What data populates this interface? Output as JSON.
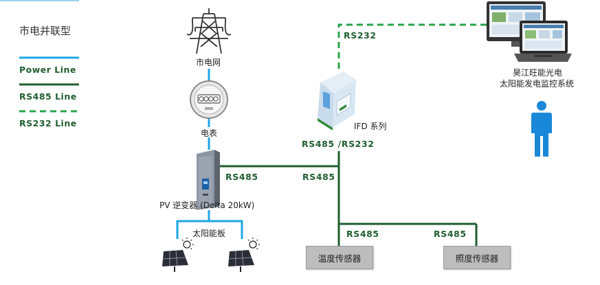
{
  "legend": {
    "title": "市电并联型",
    "power_line": "Power Line",
    "rs485_line": "RS485 Line",
    "rs232_line": "RS232 Line"
  },
  "colors": {
    "power": "#1ea6e6",
    "rs485": "#1f5e2e",
    "rs232": "#2aa44a",
    "sensor_box": "#bdbdbd"
  },
  "nodes": {
    "grid": "市电网",
    "meter": "电表",
    "inverter": "PV 逆变器 (Delta 20kW)",
    "solar_panel": "太阳能板",
    "converter": "IFD 系列",
    "monitor_line1": "昊江旺能光电",
    "monitor_line2": "太阳能发电监控系统",
    "temp_sensor": "温度传感器",
    "light_sensor": "照度传感器"
  },
  "links": {
    "rs232": "RS232",
    "rs485_rs232": "RS485 /RS232",
    "rs485_inverter": "RS485",
    "rs485_trunk": "RS485",
    "rs485_temp": "RS485",
    "rs485_light": "RS485"
  }
}
